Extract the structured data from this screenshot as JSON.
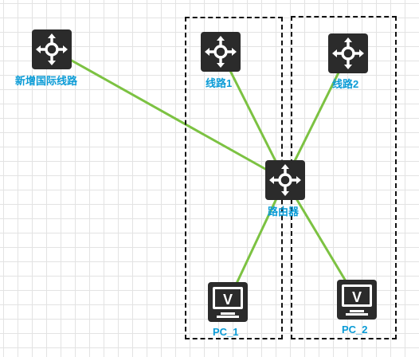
{
  "nodes": {
    "intl_line": {
      "label": "新增国际线路",
      "icon": "router-icon"
    },
    "line1": {
      "label": "线路1",
      "icon": "router-icon"
    },
    "line2": {
      "label": "线路2",
      "icon": "router-icon"
    },
    "router": {
      "label": "路由器",
      "icon": "router-icon"
    },
    "pc1": {
      "label": "PC_1",
      "icon": "monitor-icon",
      "screen_glyph": "V"
    },
    "pc2": {
      "label": "PC_2",
      "icon": "monitor-icon",
      "screen_glyph": "V"
    }
  },
  "links": [
    {
      "from": "intl_line",
      "to": "router"
    },
    {
      "from": "line1",
      "to": "router"
    },
    {
      "from": "line2",
      "to": "router"
    },
    {
      "from": "router",
      "to": "pc1"
    },
    {
      "from": "router",
      "to": "pc2"
    }
  ],
  "colors": {
    "link": "#7cc242",
    "label": "#0a9bd6",
    "icon_dark": "#2b2b2b",
    "icon_light": "#ffffff",
    "grid": "#e3e3e3",
    "group_border": "#111111"
  }
}
